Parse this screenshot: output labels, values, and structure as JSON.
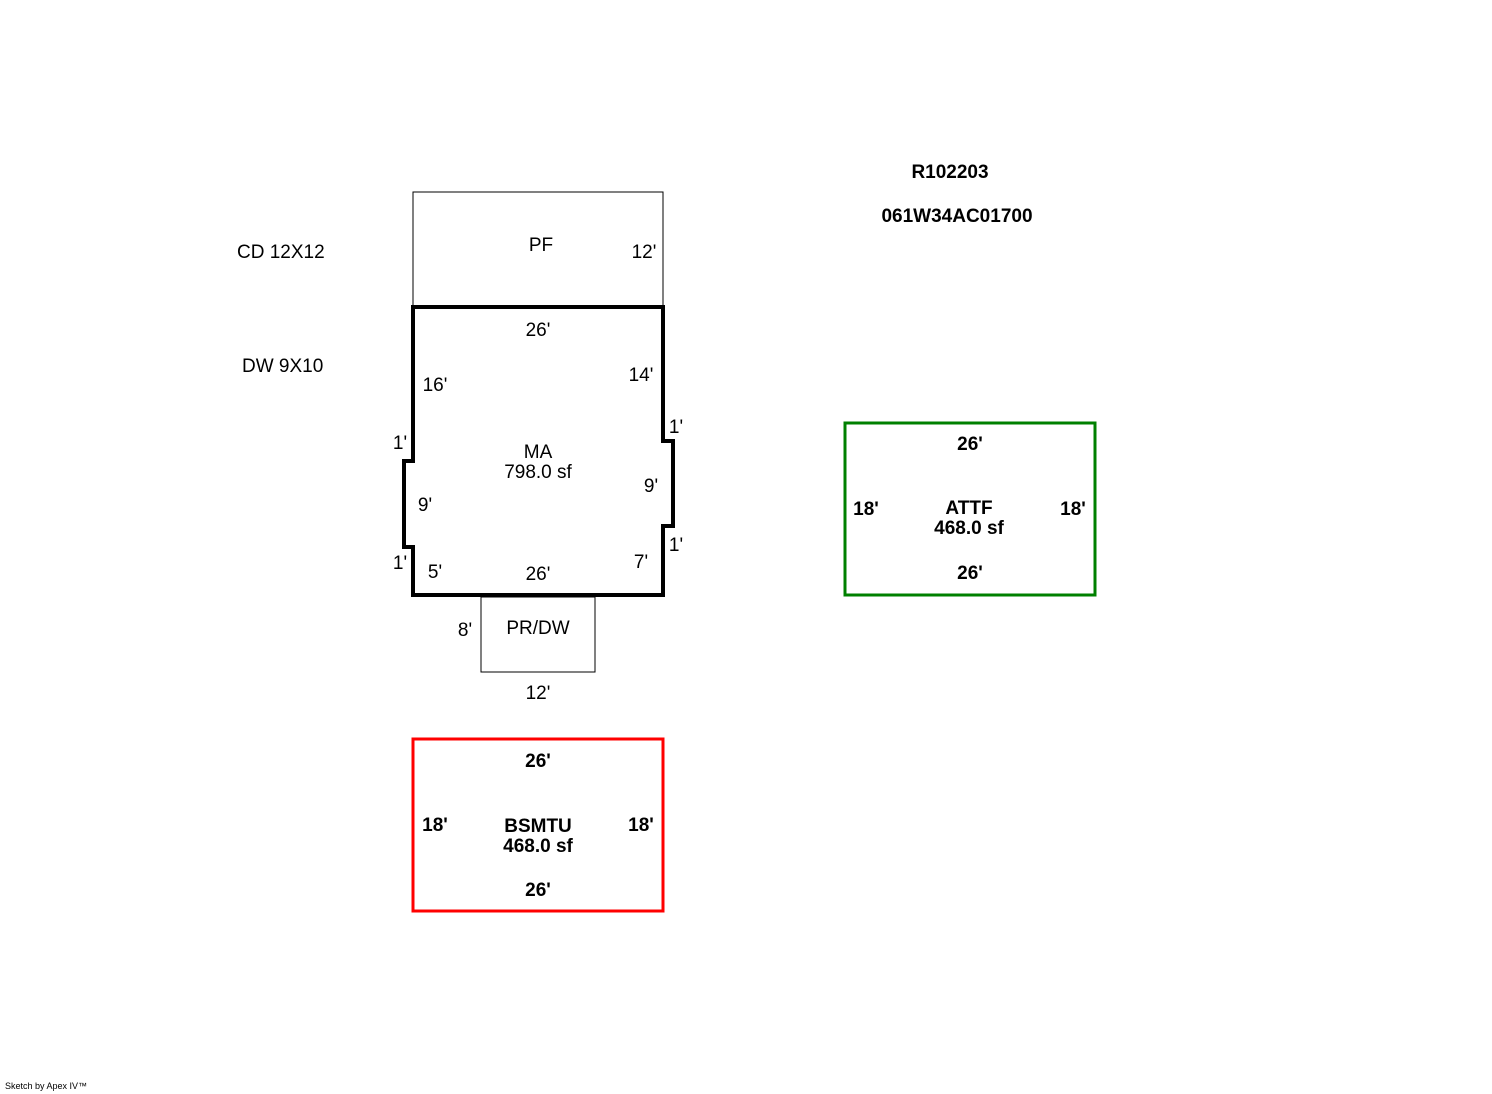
{
  "header": {
    "parcel_id": "R102203",
    "map_number": "061W34AC01700"
  },
  "notes": {
    "cd": "CD 12X12",
    "dw": "DW 9X10"
  },
  "pf": {
    "code": "PF",
    "dim_right": "12'"
  },
  "ma": {
    "code": "MA",
    "area": "798.0 sf",
    "dim_top": "26'",
    "dim_left_upper": "16'",
    "dim_right_upper": "14'",
    "dim_left_jog_top": "1'",
    "dim_right_jog_top": "1'",
    "dim_left_mid": "9'",
    "dim_right_mid": "9'",
    "dim_left_jog_bottom": "1'",
    "dim_right_jog_bottom": "1'",
    "dim_left_lower": "5'",
    "dim_right_lower": "7'",
    "dim_bottom": "26'"
  },
  "prdw": {
    "code": "PR/DW",
    "dim_left": "8'",
    "dim_bottom": "12'"
  },
  "attf": {
    "code": "ATTF",
    "area": "468.0 sf",
    "dim_top": "26'",
    "dim_bottom": "26'",
    "dim_left": "18'",
    "dim_right": "18'",
    "color": "#008000"
  },
  "bsmtu": {
    "code": "BSMTU",
    "area": "468.0 sf",
    "dim_top": "26'",
    "dim_bottom": "26'",
    "dim_left": "18'",
    "dim_right": "18'",
    "color": "#ff0000"
  },
  "footer": {
    "credit": "Sketch by Apex IV™"
  }
}
